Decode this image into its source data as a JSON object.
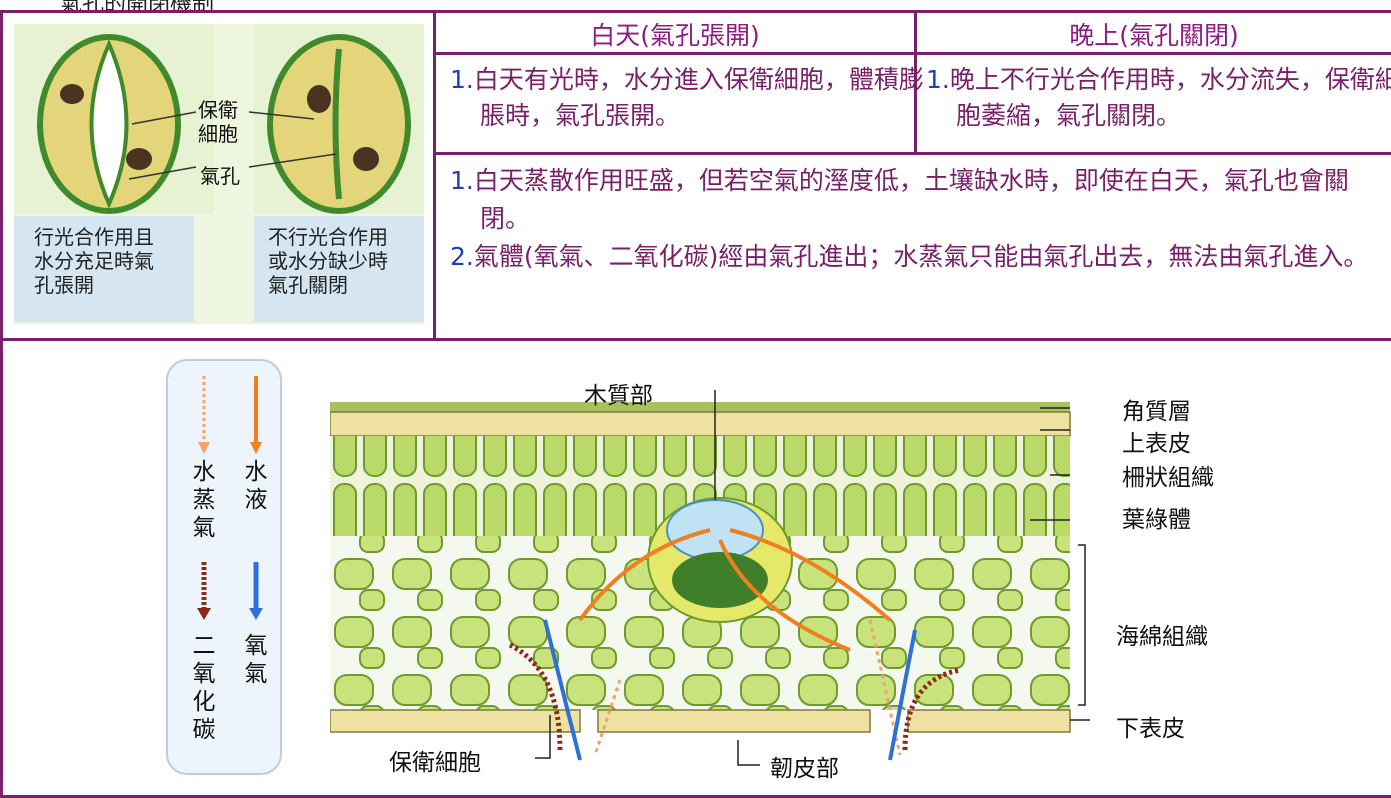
{
  "page": {
    "top_title": "氣孔的開閉機制"
  },
  "table": {
    "header_day": "白天(氣孔張開)",
    "header_night": "晚上(氣孔關閉)",
    "day_point": {
      "num": "1.",
      "text": "白天有光時，水分進入保衛細胞，體積膨脹時，氣孔張開。"
    },
    "night_point": {
      "num": "1.",
      "text": "晚上不行光合作用時，水分流失，保衛細胞萎縮，氣孔關閉。"
    },
    "notes": [
      {
        "num": "1.",
        "text": "白天蒸散作用旺盛，但若空氣的溼度低，土壤缺水時，即使在白天，氣孔也會關閉。"
      },
      {
        "num": "2.",
        "text": "氣體(氧氣、二氧化碳)經由氣孔進出；水蒸氣只能由氣孔出去，無法由氣孔進入。"
      }
    ]
  },
  "stomata_figure": {
    "label_guard_cell": "保衛細胞",
    "label_stoma": "氣孔",
    "caption_open": "行光合作用且水分充足時氣孔張開",
    "caption_closed": "不行光合作用或水分缺少時氣孔關閉"
  },
  "leaf_figure": {
    "legend": {
      "water_vapor": "水蒸氣",
      "water_liquid": "水液",
      "carbon_dioxide": "二氧化碳",
      "oxygen": "氧氣"
    },
    "labels": {
      "xylem": "木質部",
      "cuticle": "角質層",
      "upper_epidermis": "上表皮",
      "palisade": "柵狀組織",
      "chloroplast": "葉綠體",
      "spongy": "海綿組織",
      "lower_epidermis": "下表皮",
      "guard_cell": "保衛細胞",
      "phloem": "韌皮部"
    }
  },
  "colors": {
    "border": "#7a1f6a",
    "header_text": "#8e1a83",
    "number": "#1f3fb0",
    "vapor_arrow": "#f2a36b",
    "liquid_arrow": "#f07f1f",
    "co2_arrow": "#8a2a17",
    "o2_arrow": "#2e6fd8",
    "cell_green": "#c8e27c"
  }
}
